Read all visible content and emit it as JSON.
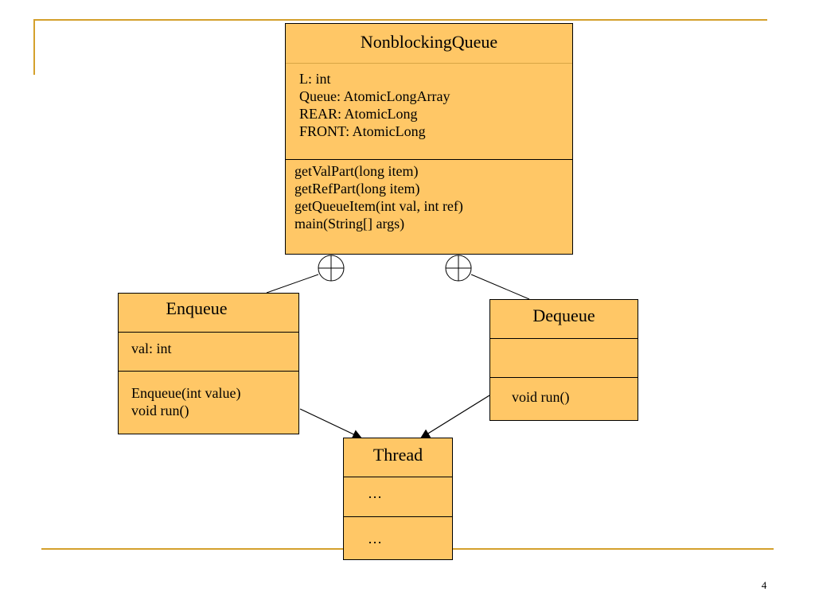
{
  "nonblocking": {
    "name": "NonblockingQueue",
    "attributes": [
      "L: int",
      "Queue: AtomicLongArray",
      "REAR: AtomicLong",
      "FRONT: AtomicLong"
    ],
    "methods": [
      "getValPart(long item)",
      "getRefPart(long item)",
      "getQueueItem(int val, int ref)",
      "main(String[] args)"
    ]
  },
  "enqueue": {
    "name": "Enqueue",
    "attributes": [
      "val: int"
    ],
    "methods": [
      "Enqueue(int value)",
      "void run()"
    ]
  },
  "dequeue": {
    "name": "Dequeue",
    "attributes": [],
    "methods": [
      "void run()"
    ]
  },
  "thread": {
    "name": "Thread",
    "attributes": [
      "…"
    ],
    "methods": [
      "…"
    ]
  },
  "page_number": "4",
  "colors": {
    "class_fill": "#ffc766",
    "accent": "#d4a02c"
  }
}
